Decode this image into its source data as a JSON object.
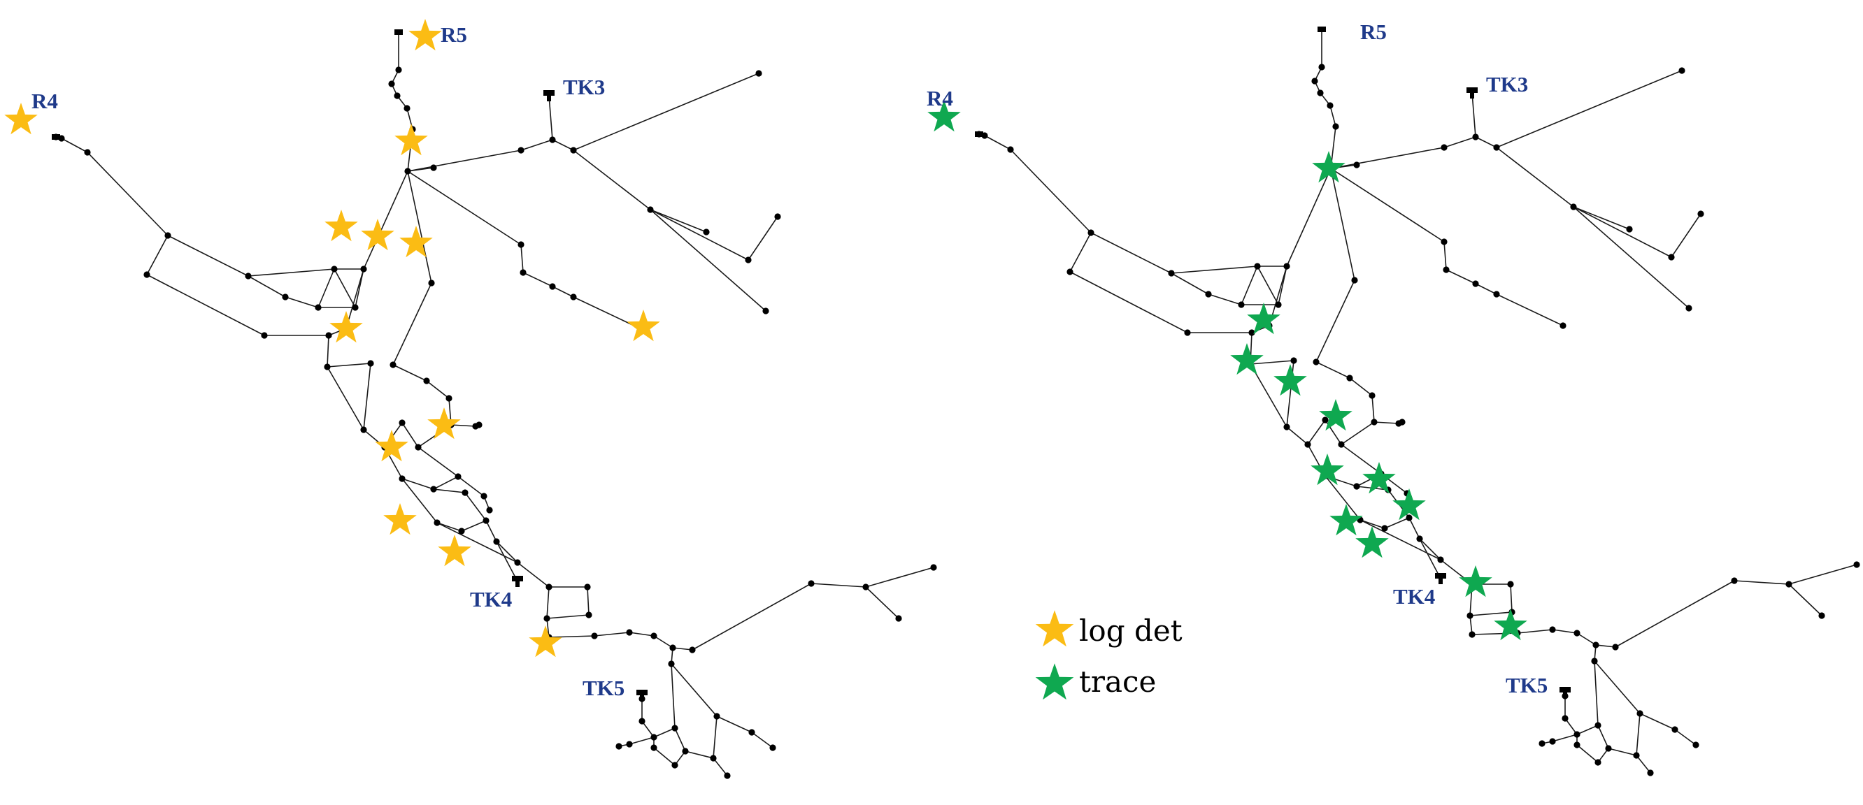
{
  "colors": {
    "label": "#1f3a8a",
    "star_logdet": "#fbbc14",
    "star_trace": "#0fa850",
    "pipe": "#1a1a1a",
    "node": "#000000"
  },
  "labels": {
    "r4": "R4",
    "r5": "R5",
    "tk3": "TK3",
    "tk4": "TK4",
    "tk5": "TK5"
  },
  "legend": {
    "logdet_label": "log det",
    "trace_label": "trace"
  },
  "icons": {
    "sensor": "star-icon",
    "tank": "tank-icon",
    "junction": "junction-dot"
  }
}
